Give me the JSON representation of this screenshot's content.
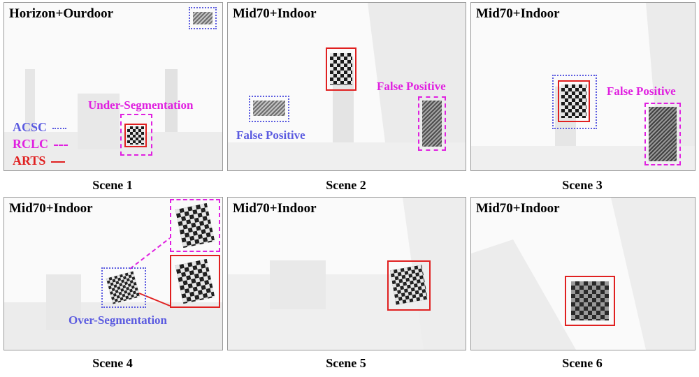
{
  "colors": {
    "acsc": "#5b5be0",
    "rclc": "#e020e0",
    "arts": "#e02020"
  },
  "panels": [
    {
      "title": "Horizon+Ourdoor",
      "scene": "Scene 1"
    },
    {
      "title": "Mid70+Indoor",
      "scene": "Scene 2"
    },
    {
      "title": "Mid70+Indoor",
      "scene": "Scene 3"
    },
    {
      "title": "Mid70+Indoor",
      "scene": "Scene 4"
    },
    {
      "title": "Mid70+Indoor",
      "scene": "Scene 5"
    },
    {
      "title": "Mid70+Indoor",
      "scene": "Scene 6"
    }
  ],
  "legend": [
    {
      "label": "ACSC",
      "style": "dotted"
    },
    {
      "label": "RCLC",
      "style": "dashed"
    },
    {
      "label": "ARTS",
      "style": "solid"
    }
  ],
  "annotations": {
    "under_segmentation": "Under-Segmentation",
    "false_positive_acsc": "False Positive",
    "false_positive_rclc_2": "False Positive",
    "false_positive_rclc_3": "False Positive",
    "over_segmentation": "Over-Segmentation"
  }
}
